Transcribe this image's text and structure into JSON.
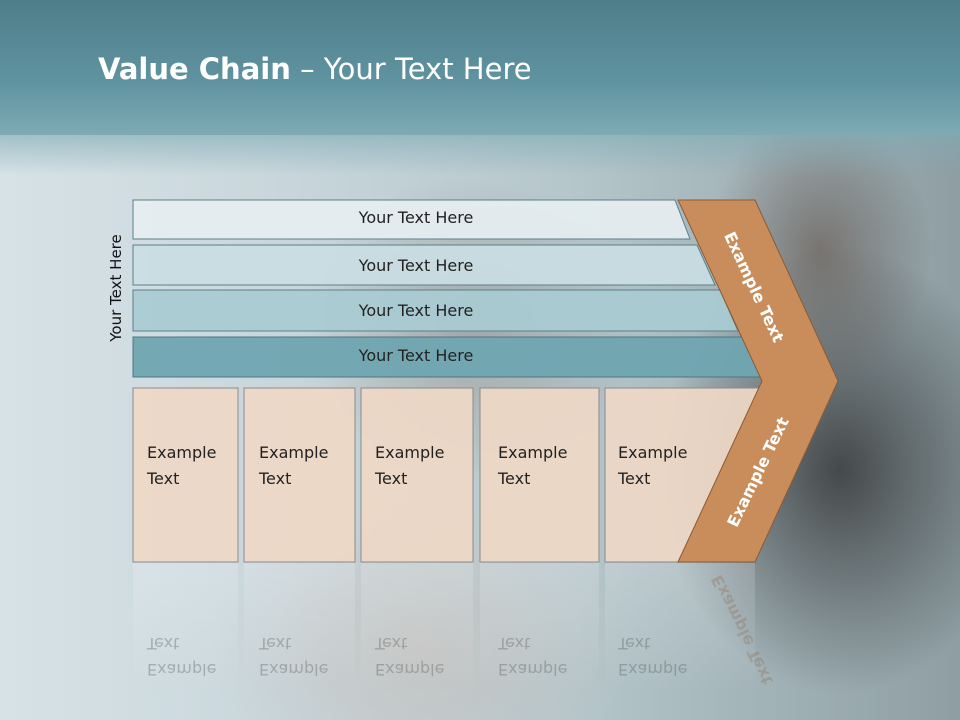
{
  "slide": {
    "title_bold": "Value Chain",
    "title_rest": " – Your Text Here",
    "side_label": "Your Text Here"
  },
  "bands": [
    {
      "label": "Your Text Here"
    },
    {
      "label": "Your Text Here"
    },
    {
      "label": "Your Text Here"
    },
    {
      "label": "Your Text Here"
    }
  ],
  "boxes": [
    {
      "line1": "Example",
      "line2": "Text"
    },
    {
      "line1": "Example",
      "line2": "Text"
    },
    {
      "line1": "Example",
      "line2": "Text"
    },
    {
      "line1": "Example",
      "line2": "Text"
    },
    {
      "line1": "Example",
      "line2": "Text"
    }
  ],
  "chevron": {
    "upper_label": "Example Text",
    "lower_label": "Example Text"
  },
  "colors": {
    "header": "#5f93a0",
    "band1": "#e6eef1",
    "band2": "#c9dde3",
    "band3": "#a9cbd3",
    "band4": "#6fa5b1",
    "box_fill": "#efd8c6",
    "chevron": "#c98d5c"
  }
}
